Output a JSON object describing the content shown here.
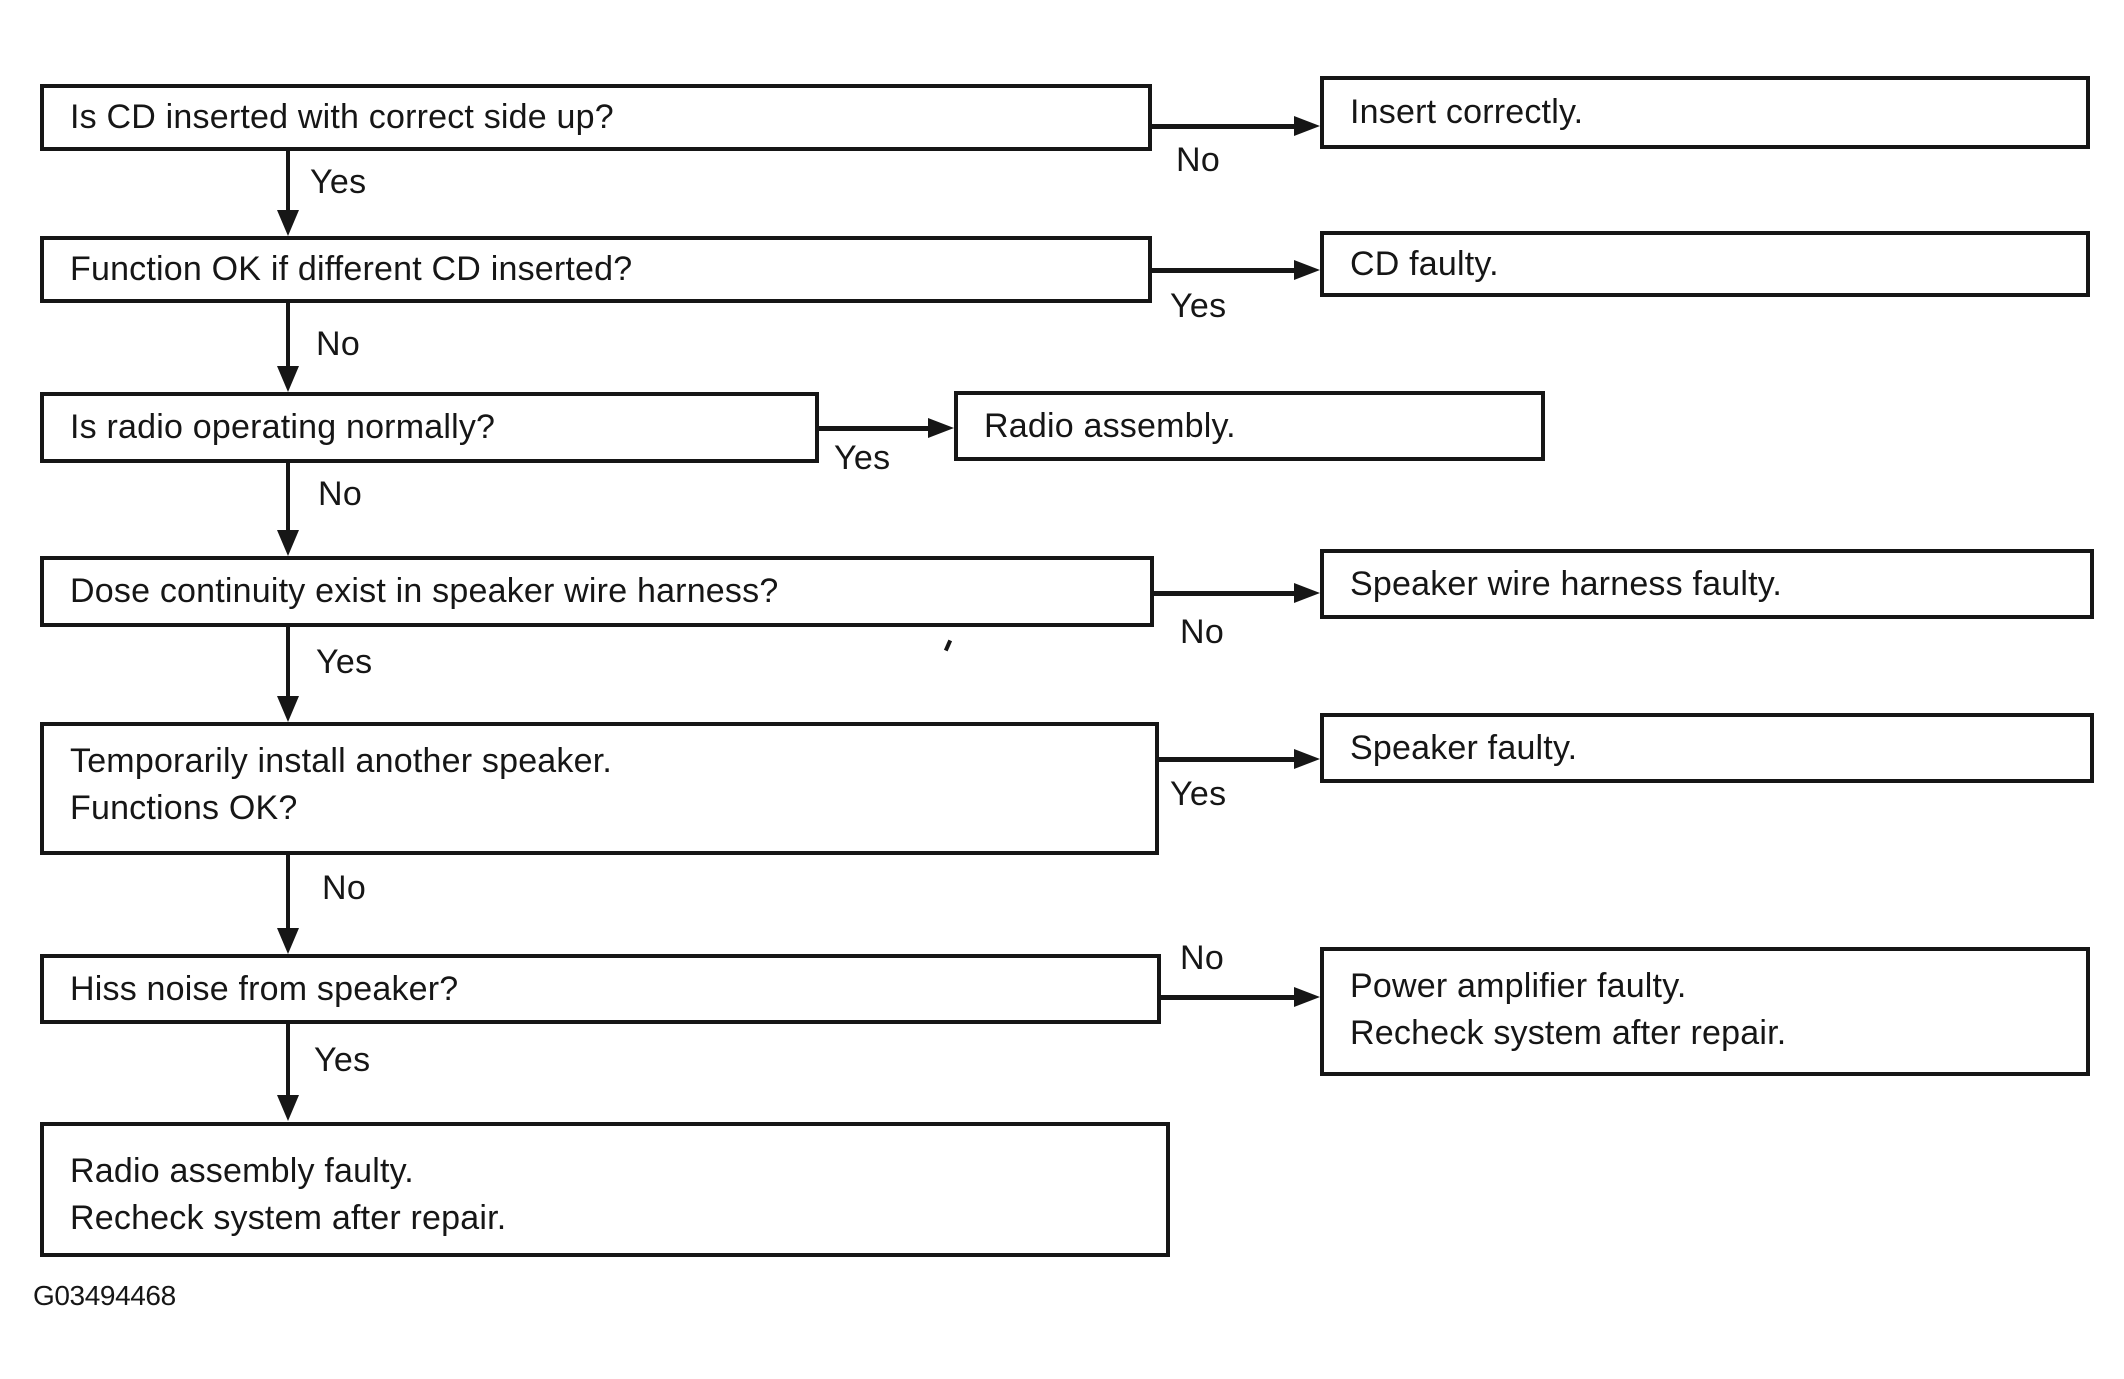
{
  "colors": {
    "ink": "#161616",
    "paper": "#ffffff"
  },
  "caption": "G03494468",
  "flowchart": {
    "rows": [
      {
        "question": {
          "lines": [
            "Is CD inserted with correct side up?"
          ]
        },
        "next": {
          "label": "Yes"
        },
        "branch": {
          "label": "No",
          "result": {
            "lines": [
              "Insert correctly."
            ]
          }
        }
      },
      {
        "question": {
          "lines": [
            "Function OK if different CD inserted?"
          ]
        },
        "next": {
          "label": "No"
        },
        "branch": {
          "label": "Yes",
          "result": {
            "lines": [
              "CD faulty."
            ]
          }
        }
      },
      {
        "question": {
          "lines": [
            "Is radio operating normally?"
          ]
        },
        "next": {
          "label": "No"
        },
        "branch": {
          "label": "Yes",
          "result": {
            "lines": [
              "Radio assembly."
            ]
          }
        }
      },
      {
        "question": {
          "lines": [
            "Dose continuity exist in speaker wire harness?"
          ]
        },
        "next": {
          "label": "Yes"
        },
        "branch": {
          "label": "No",
          "result": {
            "lines": [
              "Speaker wire harness faulty."
            ]
          }
        }
      },
      {
        "question": {
          "lines": [
            "Temporarily install another speaker.",
            "Functions OK?"
          ]
        },
        "next": {
          "label": "No"
        },
        "branch": {
          "label": "Yes",
          "result": {
            "lines": [
              "Speaker faulty."
            ]
          }
        }
      },
      {
        "question": {
          "lines": [
            "Hiss noise from speaker?"
          ]
        },
        "next": {
          "label": "Yes"
        },
        "branch": {
          "label": "No",
          "result": {
            "lines": [
              "Power amplifier faulty.",
              "Recheck system after repair."
            ]
          }
        }
      }
    ],
    "final": {
      "lines": [
        "Radio assembly faulty.",
        "Recheck system after repair."
      ]
    }
  }
}
